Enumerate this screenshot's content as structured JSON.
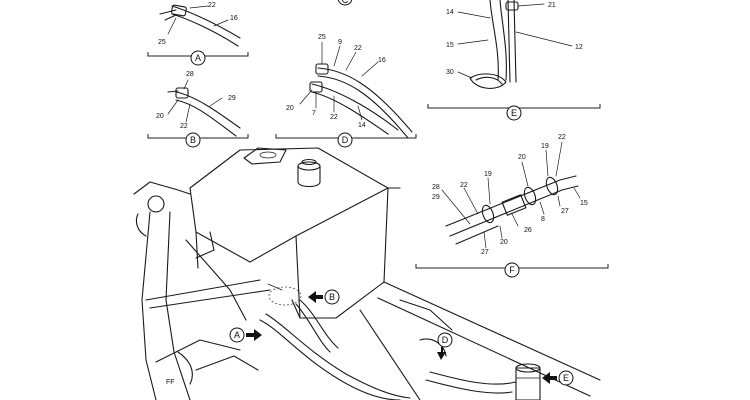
{
  "views": {
    "top": {
      "circle": "C"
    },
    "a": {
      "circle": "A",
      "labels": [
        "22",
        "16",
        "25"
      ]
    },
    "b": {
      "circle": "B",
      "labels": [
        "28",
        "29",
        "20",
        "22"
      ]
    },
    "d": {
      "circle": "D",
      "labels": [
        "25",
        "9",
        "22",
        "16",
        "20",
        "7",
        "22",
        "14"
      ]
    },
    "e": {
      "circle": "E",
      "labels": [
        "14",
        "21",
        "15",
        "12",
        "30"
      ]
    },
    "f": {
      "circle": "F",
      "labels": [
        "22",
        "20",
        "19",
        "28",
        "29",
        "22",
        "19",
        "27",
        "15",
        "26",
        "8",
        "20",
        "27"
      ]
    }
  },
  "main": {
    "callouts": {
      "a": "A",
      "b": "B",
      "d": "D",
      "e": "E"
    }
  }
}
